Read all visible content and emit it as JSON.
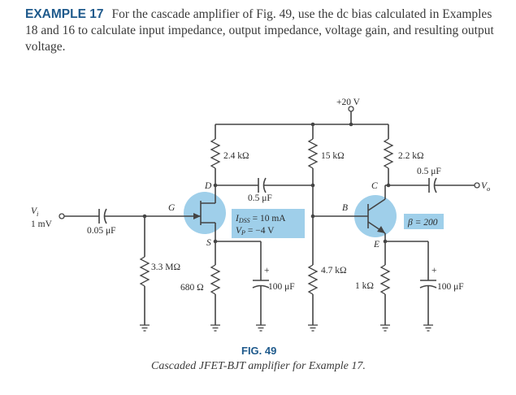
{
  "example": {
    "label": "EXAMPLE 17",
    "text": "For the cascade amplifier of Fig. 49, use the dc bias calculated in Examples 18 and 16 to calculate input impedance, output impedance, voltage gain, and resulting output voltage."
  },
  "circuit": {
    "supply": "+20 V",
    "input_name": "V",
    "input_sub": "i",
    "input_value": "1 mV",
    "output_name": "V",
    "output_sub": "o",
    "c_in": "0.05 μF",
    "c_couple": "0.5 μF",
    "c_out": "0.5 μF",
    "r_gate": "3.3 MΩ",
    "r_drain": "2.4 kΩ",
    "r_source": "680 Ω",
    "c_source": "100 μF",
    "r1": "15 kΩ",
    "r2": "4.7 kΩ",
    "r_collector": "2.2 kΩ",
    "r_emitter": "1 kΩ",
    "c_emitter": "100 μF",
    "jfet_params": {
      "idss_sym": "I",
      "idss_sub": "DSS",
      "idss_val": "= 10 mA",
      "vp_sym": "V",
      "vp_sub": "P",
      "vp_val": "= −4 V"
    },
    "beta": "β = 200",
    "node_labels": {
      "gate": "G",
      "drain": "D",
      "source": "S",
      "base": "B",
      "collector": "C",
      "emitter": "E"
    },
    "plus": "+",
    "colors": {
      "transistor_fill": "#9fcfea",
      "param_box_fill": "#9fcfea",
      "accent": "#1f5a8c"
    }
  },
  "figure": {
    "label": "FIG. 49",
    "caption": "Cascaded JFET-BJT amplifier for Example 17."
  }
}
